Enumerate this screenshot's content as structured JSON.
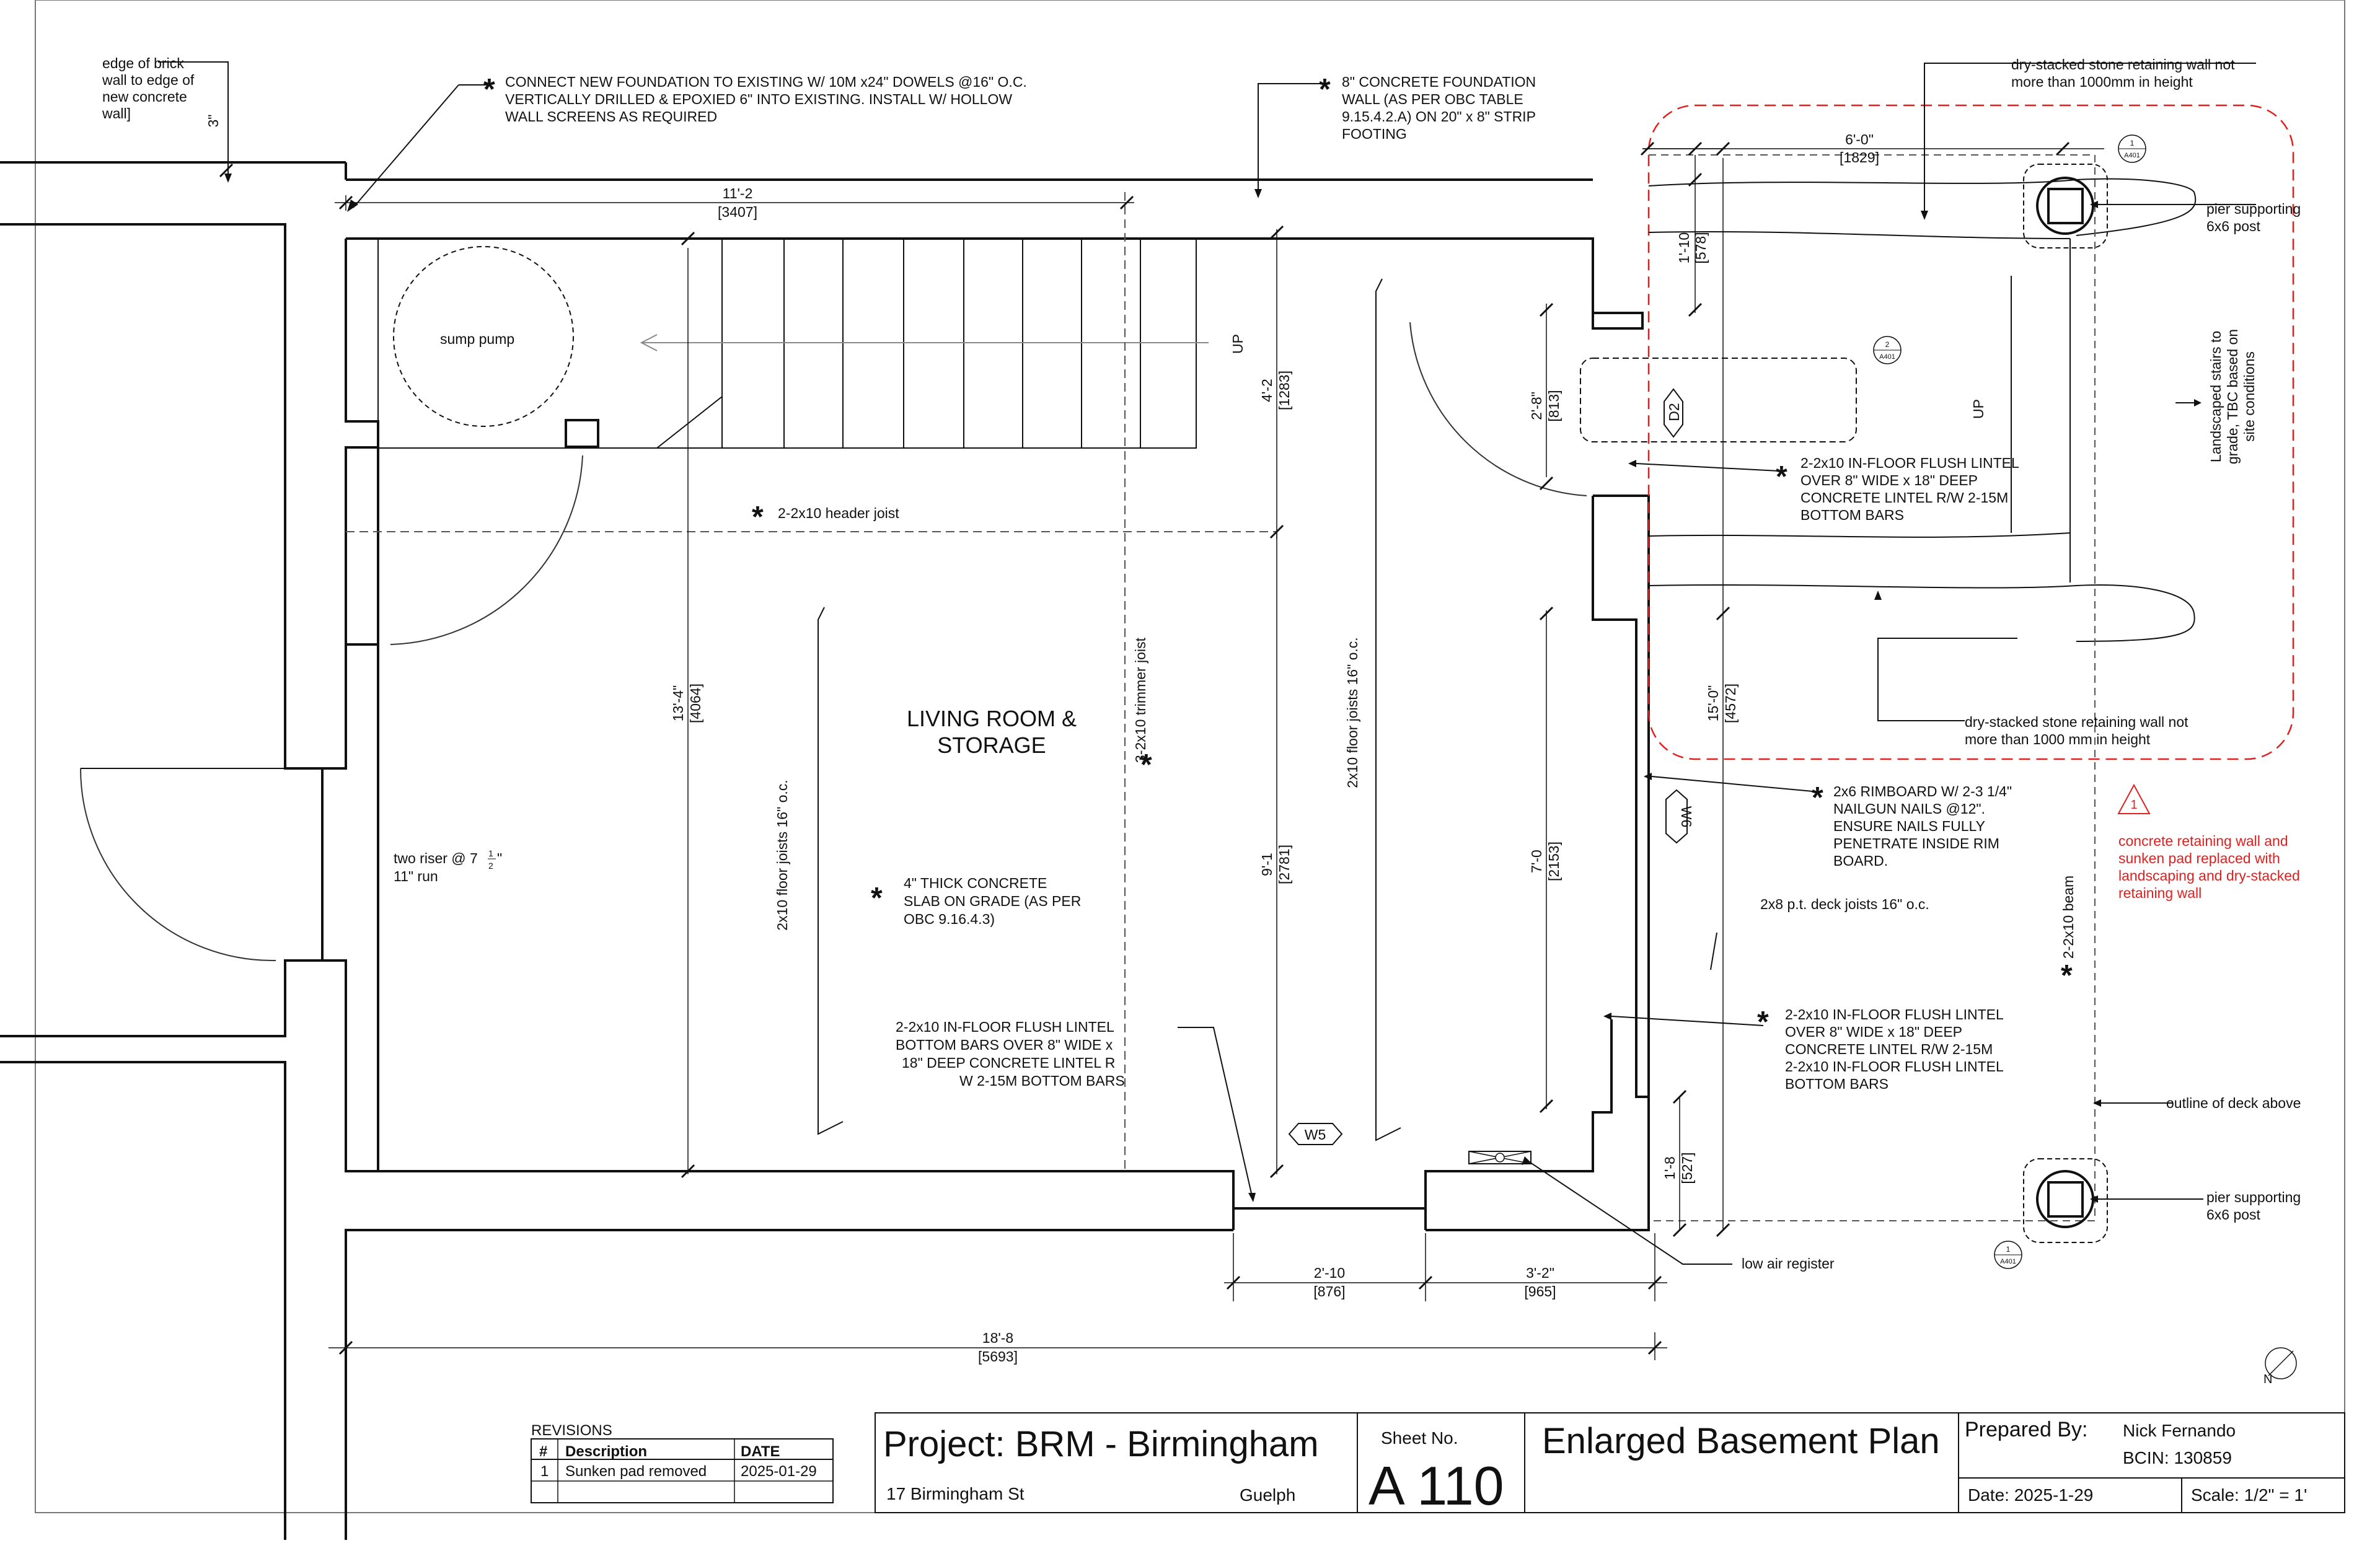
{
  "notes": {
    "brick_edge": [
      "edge of brick",
      "wall to edge of",
      "new concrete",
      "wall]"
    ],
    "brick_dim": "3\"",
    "connect_foundation": [
      "CONNECT NEW FOUNDATION TO EXISTING W/ 10M x24\" DOWELS @16\" O.C.",
      "VERTICALLY DRILLED & EPOXIED 6\" INTO EXISTING. INSTALL W/ HOLLOW",
      "WALL SCREENS AS REQUIRED"
    ],
    "concrete_foundation": [
      "8\" CONCRETE FOUNDATION",
      "WALL (AS PER OBC TABLE",
      "9.15.4.2.A) ON 20\" x 8\" STRIP",
      "FOOTING"
    ],
    "stone_wall_top": [
      "dry-stacked stone retaining wall not",
      "more than 1000mm in height"
    ],
    "stone_wall_bottom": [
      "dry-stacked stone retaining wall not",
      "more than 1000 mm in height"
    ],
    "pier_top": [
      "pier supporting",
      "6x6 post"
    ],
    "pier_bottom": [
      "pier supporting",
      "6x6 post"
    ],
    "landscaped": [
      "Landscaped stairs to",
      "grade, TBC based on",
      "site conditions"
    ],
    "lintel_upper": [
      "2-2x10 IN-FLOOR FLUSH LINTEL",
      "OVER 8\" WIDE x 18\" DEEP",
      "CONCRETE LINTEL R/W 2-15M",
      "BOTTOM BARS"
    ],
    "rimboard": [
      "2x6 RIMBOARD W/ 2-3 1/4\"",
      "NAILGUN NAILS @12\".",
      "ENSURE NAILS FULLY",
      "PENETRATE INSIDE RIM",
      "BOARD."
    ],
    "deck_joists": "2x8 p.t. deck joists 16\" o.c.",
    "beam": "2-2x10 beam",
    "lintel_lower": [
      "2-2x10 IN-FLOOR FLUSH LINTEL",
      "OVER 8\" WIDE x 18\" DEEP",
      "CONCRETE LINTEL R/W 2-15M",
      "2-2x10 IN-FLOOR FLUSH LINTEL",
      "BOTTOM BARS"
    ],
    "deck_outline": "outline of deck above",
    "red_note": [
      "concrete retaining wall and",
      "sunken pad replaced with",
      "landscaping and dry-stacked",
      "retaining wall"
    ],
    "red_triangle": "1",
    "sump": "sump pump",
    "up_stair": "UP",
    "up_deck": "UP",
    "header_joist": "2-2x10 header joist",
    "room": [
      "LIVING ROOM &",
      "STORAGE"
    ],
    "trimmer": "3-2x10 trimmer joist",
    "floor_joists_left": "2x10 floor joists 16\" o.c.",
    "floor_joists_right": "2x10 floor joists 16\" o.c.",
    "slab": [
      "4\" THICK CONCRETE",
      "SLAB ON GRADE (AS PER",
      "OBC 9.16.4.3)"
    ],
    "riser": [
      "two riser @ 7",
      "11\" run"
    ],
    "lintel_bottom": [
      "2-2x10 IN-FLOOR FLUSH LINTEL",
      "BOTTOM BARS OVER 8\" WIDE x",
      "18\" DEEP CONCRETE LINTEL R",
      "W 2-15M BOTTOM BARS"
    ],
    "low_air": "low air register",
    "window_w5": "W5",
    "window_w6": "W6",
    "door_d2": "D2",
    "detail_ref": "A401"
  },
  "dims": {
    "d_top": [
      "11'-2",
      "[3407]"
    ],
    "d_deck_w": [
      "6'-0\"",
      "[1829]"
    ],
    "d_deck_1": [
      "1'-10",
      "[578]"
    ],
    "d_door": [
      "2'-8\"",
      "[813]"
    ],
    "d_stair": [
      "4'-2",
      "[1283]"
    ],
    "d_13": [
      "13'-4\"",
      "[4064]"
    ],
    "d_9": [
      "9'-1",
      "[2781]"
    ],
    "d_7": [
      "7'-0",
      "[2153]"
    ],
    "d_15": [
      "15'-0\"",
      "[4572]"
    ],
    "d_1_8": [
      "1'-8",
      "[527]"
    ],
    "d_2_10": [
      "2'-10",
      "[876]"
    ],
    "d_3_2": [
      "3'-2\"",
      "[965]"
    ],
    "d_18": [
      "18'-8",
      "[5693]"
    ]
  },
  "revisions": {
    "title": "REVISIONS",
    "headers": [
      "#",
      "Description",
      "DATE"
    ],
    "rows": [
      [
        "1",
        "Sunken pad removed",
        "2025-01-29"
      ]
    ]
  },
  "title_block": {
    "project": "Project: BRM - Birmingham",
    "address": "17 Birmingham St",
    "city": "Guelph",
    "sheet_label": "Sheet No.",
    "sheet_no": "A 110",
    "drawing_title": "Enlarged Basement Plan",
    "prepared_label": "Prepared By:",
    "prepared_name": "Nick Fernando",
    "bcin": "BCIN: 130859",
    "date": "Date: 2025-1-29",
    "scale": "Scale: 1/2\" = 1'"
  },
  "colors": {
    "ink": "#111111",
    "red": "#e0201f",
    "grid": "#555555"
  }
}
